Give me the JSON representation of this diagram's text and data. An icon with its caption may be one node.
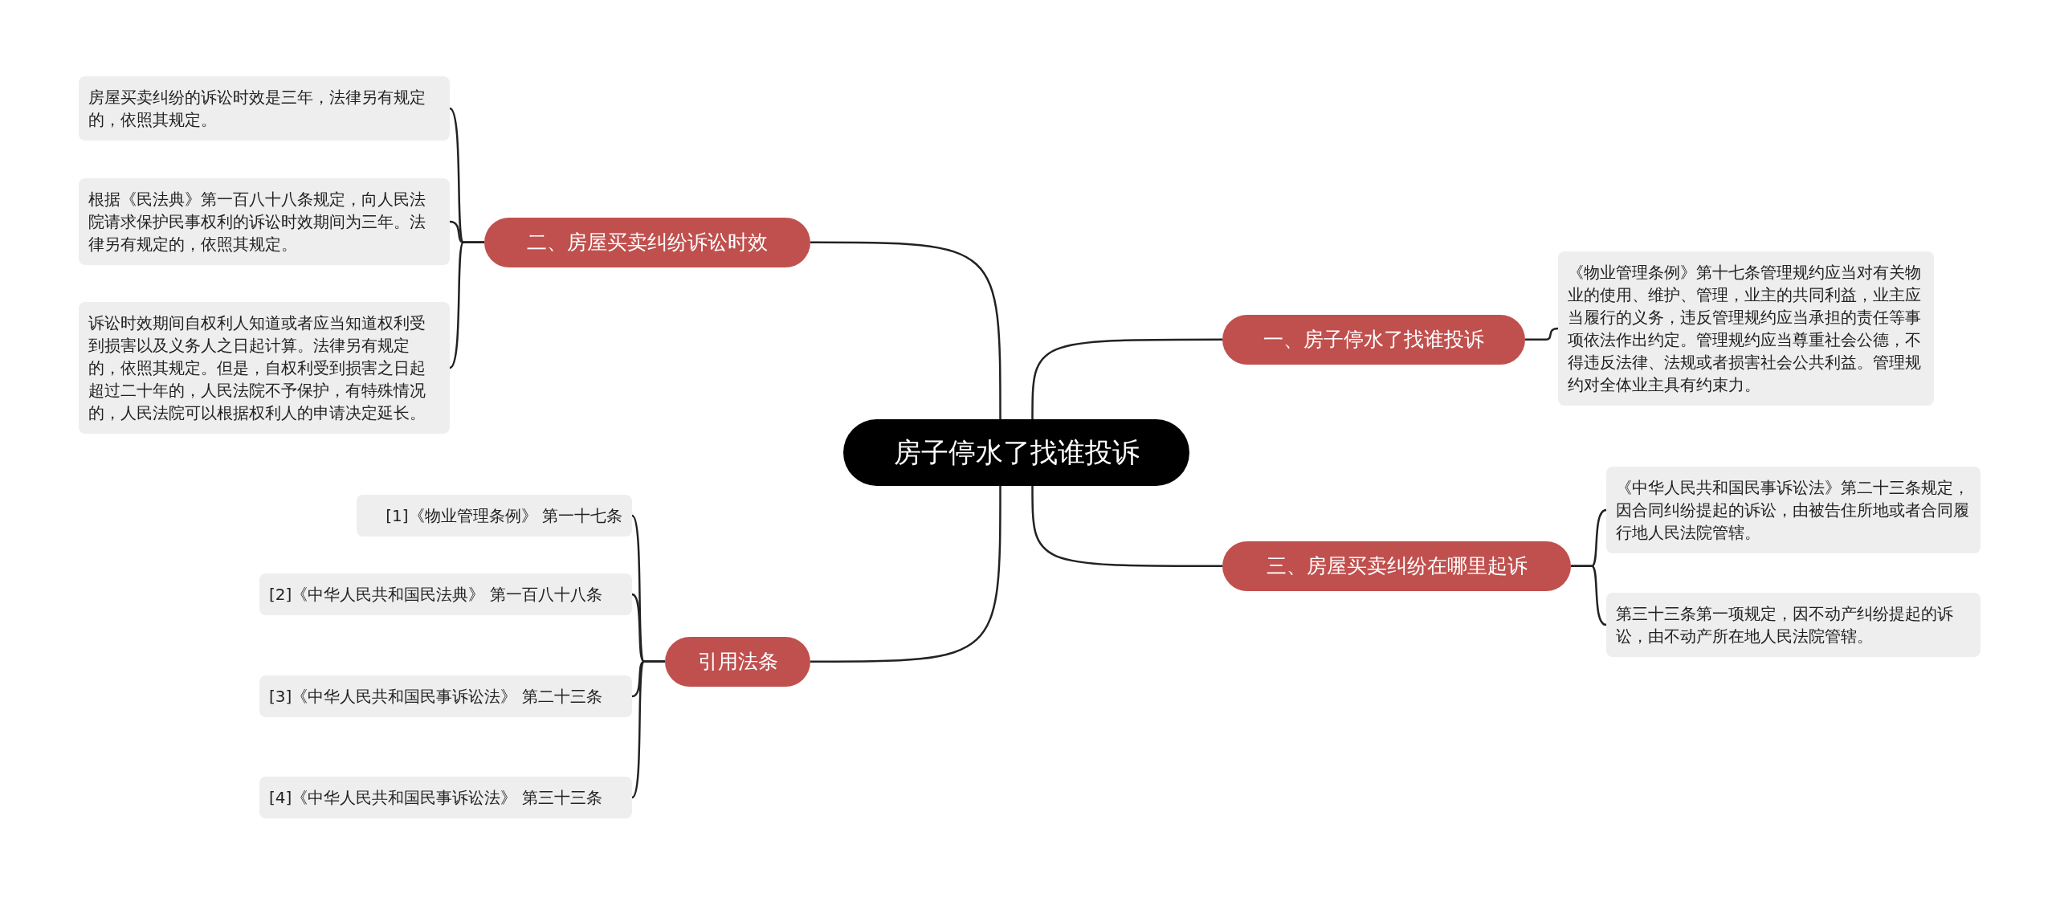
{
  "diagram": {
    "nodes": [
      {
        "text": [
          "房子停水了找谁投诉"
        ]
      },
      {
        "text": [
          "二、房屋买卖纠纷诉讼时效"
        ]
      },
      {
        "text": [
          "房屋买卖纠纷的诉讼时效是三年，法律另有规定的，依照其规定。"
        ]
      },
      {
        "text": [
          "根据《民法典》第一百八十八条规定，向人民法院请求保护民事权利的诉讼时效期间为三年。法律另有规定的，依照其规定。"
        ]
      },
      {
        "text": [
          "诉讼时效期间自权利人知道或者应当知道权利受到损害以及义务人之日起计算。法律另有规定的，依照其规定。但是，自权利受到损害之日起超过二十年的，人民法院不予保护，有特殊情况的，人民法院可以根据权利人的申请决定延长。"
        ]
      },
      {
        "text": [
          "一、房子停水了找谁投诉"
        ]
      },
      {
        "text": [
          "《物业管理条例》第十七条管理规约应当对有关物业的使用、维护、管理，业主的共同利益，业主应当履行的义务，违反管理规约应当承担的责任等事项依法作出约定。管理规约应当尊重社会公德，不得违反法律、法规或者损害社会公共利益。管理规约对全体业主具有约束力。"
        ]
      },
      {
        "text": [
          "三、房屋买卖纠纷在哪里起诉"
        ]
      },
      {
        "text": [
          "《中华人民共和国民事诉讼法》第二十三条规定，因合同纠纷提起的诉讼，由被告住所地或者合同履行地人民法院管辖。"
        ]
      },
      {
        "text": [
          "第三十三条第一项规定，因不动产纠纷提起的诉讼，由不动产所在地人民法院管辖。"
        ]
      },
      {
        "text": [
          "引用法条"
        ]
      },
      {
        "text": [
          "[1]《物业管理条例》 第一十七条"
        ]
      },
      {
        "text": [
          "[2]《中华人民共和国民法典》 第一百八十八条"
        ]
      },
      {
        "text": [
          "[3]《中华人民共和国民事诉讼法》 第二十三条"
        ]
      },
      {
        "text": [
          "[4]《中华人民共和国民事诉讼法》 第三十三条"
        ]
      }
    ],
    "edges": [
      {
        "from": 0,
        "to": 1,
        "arrow": "none"
      },
      {
        "from": 0,
        "to": 5,
        "arrow": "none"
      },
      {
        "from": 0,
        "to": 7,
        "arrow": "none"
      },
      {
        "from": 0,
        "to": 10,
        "arrow": "none"
      },
      {
        "from": 1,
        "to": 2,
        "arrow": "none"
      },
      {
        "from": 1,
        "to": 3,
        "arrow": "none"
      },
      {
        "from": 1,
        "to": 4,
        "arrow": "none"
      },
      {
        "from": 5,
        "to": 6,
        "arrow": "none"
      },
      {
        "from": 7,
        "to": 8,
        "arrow": "none"
      },
      {
        "from": 7,
        "to": 9,
        "arrow": "none"
      },
      {
        "from": 10,
        "to": 11,
        "arrow": "none"
      },
      {
        "from": 10,
        "to": 12,
        "arrow": "none"
      },
      {
        "from": 10,
        "to": 13,
        "arrow": "none"
      },
      {
        "from": 10,
        "to": 14,
        "arrow": "none"
      }
    ]
  }
}
